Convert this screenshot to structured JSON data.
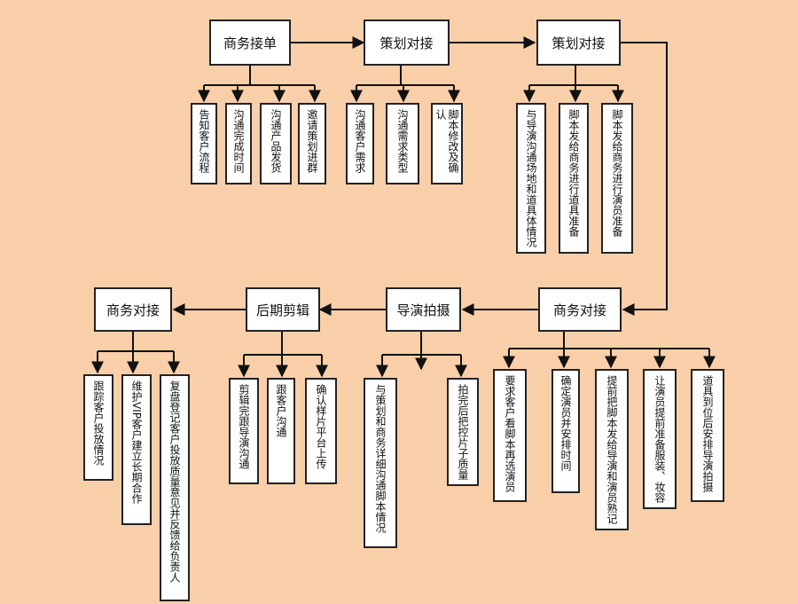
{
  "header": {
    "n1": "商务接单",
    "n2": "策划对接",
    "n3": "策划对接",
    "n4": "商务对接",
    "n5": "导演拍摄",
    "n6": "后期剪辑",
    "n7": "商务对接"
  },
  "tasks": {
    "t1": "告知客户流程",
    "t2": "沟通完成时间",
    "t3": "沟通产品发货",
    "t4": "邀请策划进群",
    "t5": "沟通客户需求",
    "t6": "沟通需求类型",
    "t7": "脚本修改及确认",
    "t8": "与导演沟通场地和道具体情况",
    "t9": "脚本发给商务进行道具准备",
    "t10": "脚本发给商务进行演员准备",
    "t11": "要求客户看脚本再选演员",
    "t12": "确定演员并安排时间",
    "t13": "提前把脚本发给导演和演员熟记",
    "t14": "让演员提前准备服装、妆容",
    "t15": "道具到位后安排导演拍摄",
    "t16": "与策划和商务详细沟通脚本情况",
    "t17": "拍完后把控片子质量",
    "t18": "剪辑完跟导演沟通",
    "t19": "跟客户沟通",
    "t20": "确认样片平台上传",
    "t21": "跟踪客户投放情况",
    "t22": "维护VIP客户建立长期合作",
    "t23": "复盘登记客户投放质量意见并反馈给负责人"
  }
}
